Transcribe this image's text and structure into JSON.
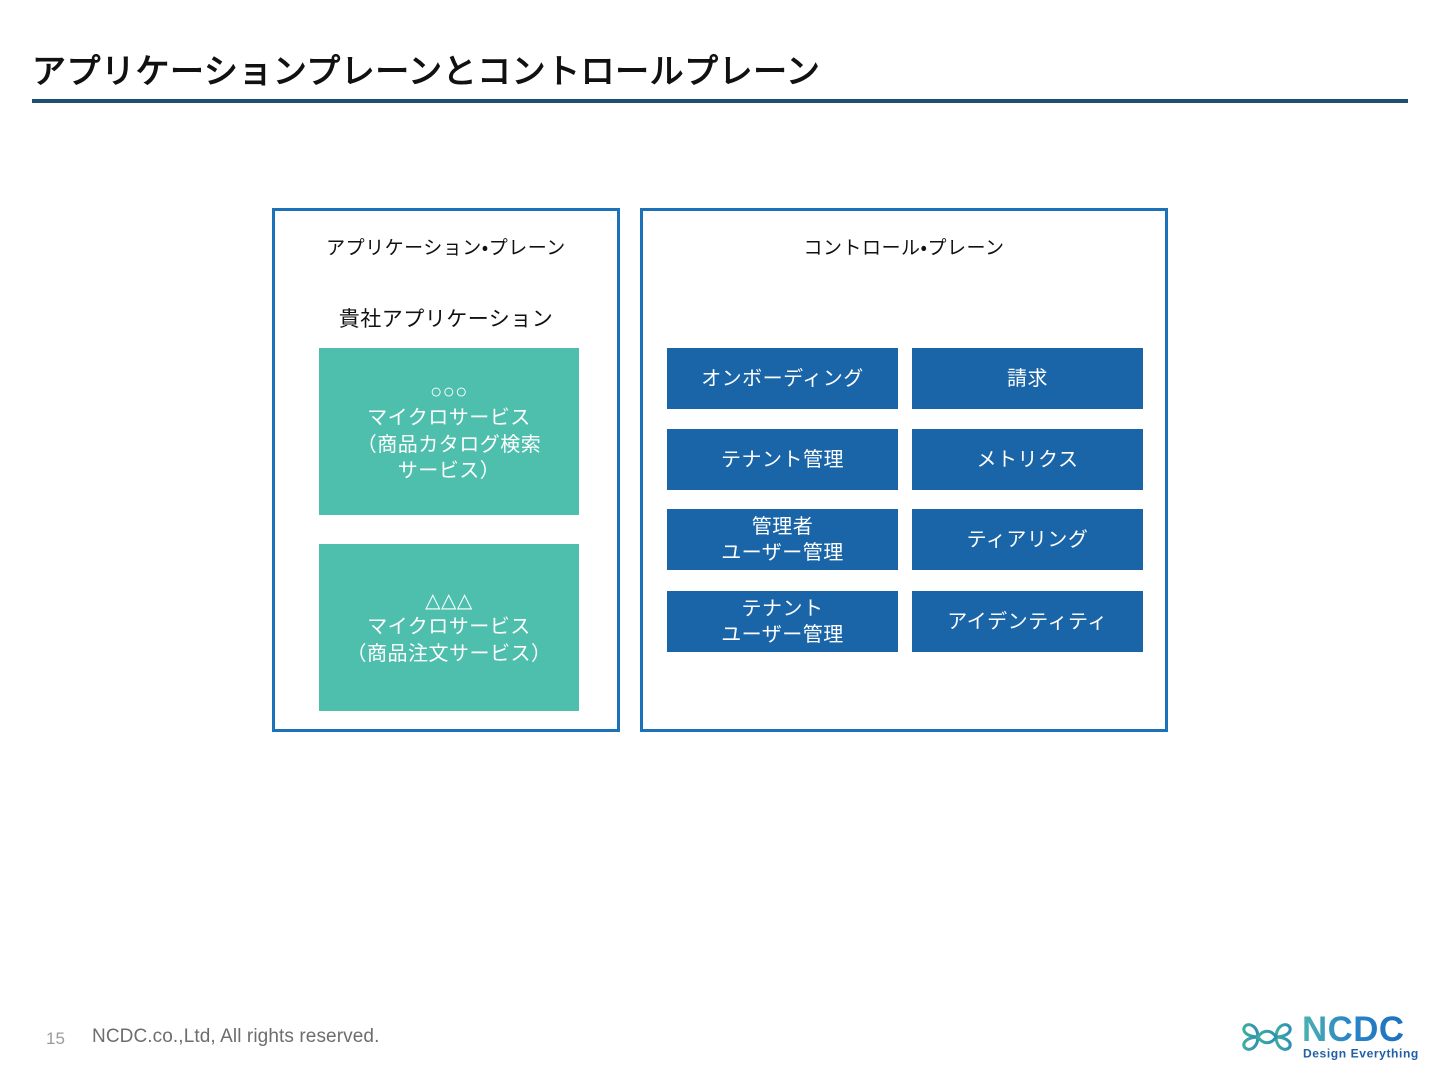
{
  "slide": {
    "title": "アプリケーションプレーンとコントロールプレーン",
    "page_number": "15",
    "copyright": "NCDC.co.,Ltd, All rights reserved."
  },
  "colors": {
    "title_rule": "#1F4E6E",
    "panel_border": "#1C72B8",
    "microservice_box": "#4FBFAD",
    "control_box": "#1A64A8",
    "footer_text": "#6D6D6D",
    "logo_blue": "#1F5FA8",
    "logo_teal": "#4DB6AC"
  },
  "application_plane": {
    "heading": "アプリケーション・プレーン",
    "subheading": "貴社アプリケーション",
    "boxes": [
      {
        "name": "catalog-search-microservice",
        "lines": [
          "○○○",
          "マイクロサービス",
          "（商品カタログ検索",
          "サービス）"
        ]
      },
      {
        "name": "order-microservice",
        "lines": [
          "△△△",
          "マイクロサービス",
          "（商品注文サービス）"
        ]
      }
    ]
  },
  "control_plane": {
    "heading": "コントロール・プレーン",
    "boxes": [
      {
        "name": "onboarding",
        "lines": [
          "オンボーディング"
        ]
      },
      {
        "name": "billing",
        "lines": [
          "請求"
        ]
      },
      {
        "name": "tenant-management",
        "lines": [
          "テナント管理"
        ]
      },
      {
        "name": "metrics",
        "lines": [
          "メトリクス"
        ]
      },
      {
        "name": "admin-user-management",
        "lines": [
          "管理者",
          "ユーザー管理"
        ]
      },
      {
        "name": "tiering",
        "lines": [
          "ティアリング"
        ]
      },
      {
        "name": "tenant-user-management",
        "lines": [
          "テナント",
          "ユーザー管理"
        ]
      },
      {
        "name": "identity",
        "lines": [
          "アイデンティティ"
        ]
      }
    ]
  },
  "logo": {
    "word": "NCDC",
    "tagline": "Design Everything"
  }
}
